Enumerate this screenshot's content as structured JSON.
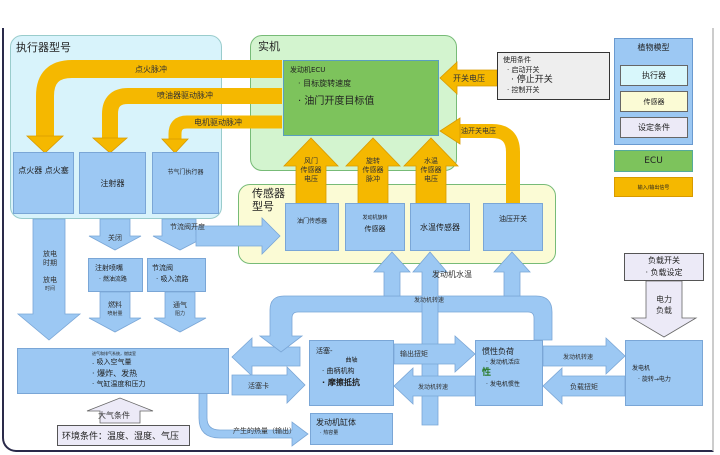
{
  "actuator_group": {
    "title": "执行器型号",
    "items": [
      "点火器 点火塞",
      "注射器",
      "节气门执行器"
    ],
    "signals": [
      "点火脉冲",
      "喷油器驱动脉冲",
      "电机驱动脉冲"
    ]
  },
  "real_machine": {
    "title": "实机",
    "ecu": {
      "title": "发动机ECU",
      "items": [
        "目标旋转速度",
        "油门开度目标值"
      ]
    },
    "inputs": [
      {
        "line1": "风门",
        "line2": "传感器",
        "line3": "电压"
      },
      {
        "line1": "旋转",
        "line2": "传感器",
        "line3": "脉冲"
      },
      {
        "line1": "水温",
        "line2": "传感器",
        "line3": "电压"
      }
    ],
    "switch_voltage": "开关电压",
    "oil_switch_voltage": "油开关电压"
  },
  "conditions": {
    "title": "使用条件",
    "items": [
      "启动开关",
      "停止开关",
      "控制开关"
    ]
  },
  "legend": {
    "title": "植物模型",
    "items": [
      "执行器",
      "传感器",
      "设定条件"
    ],
    "ecu": "ECU",
    "io": "输入/输出信号"
  },
  "sensor_group": {
    "title_line1": "传感器",
    "title_line2": "型号",
    "items": [
      {
        "line1": "油门传感器",
        "line2": ""
      },
      {
        "line1": "发动机旋转",
        "line2": "传感器"
      },
      {
        "line1": "水温传感器",
        "line2": ""
      },
      {
        "line1": "油压开关",
        "line2": ""
      }
    ]
  },
  "flows": {
    "discharge": [
      "放电",
      "时期",
      "放电",
      "时间"
    ],
    "close": "关闭",
    "throttle_open": "节流阀开度",
    "fuel": [
      "燃料",
      "喷射量"
    ],
    "vent": [
      "通气",
      "阻力"
    ],
    "engine_water_temp": "发动机水温",
    "engine_speed_top": "发动机转速",
    "piston_card": "活塞卡",
    "heat": "产生的热量（输出）",
    "output_torque": "输出扭矩",
    "engine_speed_back": "发动机转速",
    "engine_speed_gen": "发动机转速",
    "load_torque": "负载扭矩",
    "power_load": [
      "电力",
      "负载"
    ],
    "atmosphere": "大气条件"
  },
  "injector_nozzle": {
    "title": "注射喷嘴",
    "items": [
      "燃油流路"
    ]
  },
  "throttle_valve": {
    "title": "节流阀",
    "items": [
      "吸入流路"
    ]
  },
  "intake": {
    "title": "进气和排气系统，燃烧室",
    "items": [
      "吸入空气量",
      "爆炸、发热",
      "气缸温度和压力"
    ]
  },
  "environment": "环境条件：温度、湿度、气压",
  "piston": {
    "title": "活塞-",
    "sub": "曲轴",
    "items": [
      "曲柄机构",
      "摩擦抵抗"
    ]
  },
  "cylinder": {
    "title": "发动机缸体",
    "items": [
      "热容量"
    ]
  },
  "inertia": {
    "title": "惯性负荷",
    "items": [
      "发动机活应",
      "性",
      "发电机惯性"
    ]
  },
  "generator": {
    "title": "发电机",
    "items": [
      "旋转→电力"
    ]
  },
  "load_switch": {
    "title": "负载开关",
    "items": [
      "负载设定"
    ]
  },
  "colors": {
    "actuator_bg": "#d8f3fb",
    "machine_bg": "#d3f4cf",
    "ecu": "#7dc35c",
    "sensor_bg": "#fbfbd5",
    "signal": "#f5b800",
    "flow": "#9cc8f3",
    "condition": "#eceaf7"
  }
}
